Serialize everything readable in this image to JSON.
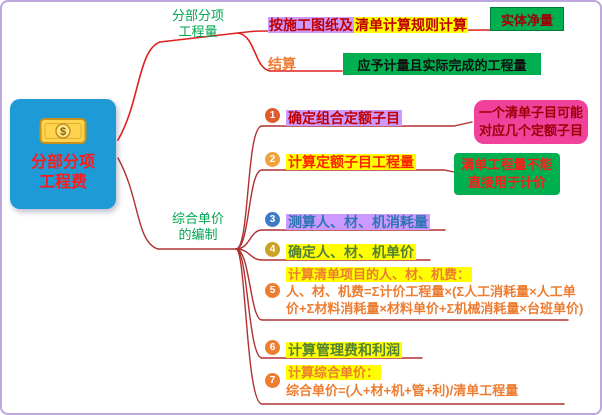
{
  "colors": {
    "top_line": "#E02020",
    "bottom_line": "#B03030",
    "root_bg": "#1E9BD7",
    "root_text": "#FF1A1A",
    "branch_label_green": "#00A650",
    "settle_text_orange": "#ED7D31",
    "green_box_bg": "#00B050",
    "pink_box_bg": "#F0419B",
    "purple_highlight": "#CC99FF",
    "yellow_highlight": "#FFFF00"
  },
  "root": {
    "line1": "分部分项",
    "line2": "工程费"
  },
  "quantity_branch": {
    "label_line1": "分部分项",
    "label_line2": "工程量",
    "rule_part1": "按施工图纸及",
    "rule_part2": "清单计算规则计算",
    "rule_fg": "#C00000",
    "rule_hl1": "#CC99FF",
    "rule_hl2": "#FFFF00",
    "entity_box": "实体净量",
    "settle_label": "结算",
    "settle_box": "应予计量且实际完成的工程量"
  },
  "price_branch": {
    "label_line1": "综合单价",
    "label_line2": "的编制",
    "items": [
      {
        "num": "1",
        "text": "确定组合定额子目",
        "fg": "#C00000",
        "hl": "#CC99FF",
        "marker": "#E05A2B"
      },
      {
        "num": "2",
        "text": "计算定额子目工程量",
        "fg": "#FF2200",
        "hl": "#FFFF00",
        "marker": "#F0A23C"
      },
      {
        "num": "3",
        "text": "测算人、材、机消耗量",
        "fg": "#2E75B6",
        "hl": "#CC99FF",
        "marker": "#3E7BC6"
      },
      {
        "num": "4",
        "text": "确定人、材、机单价",
        "fg": "#538135",
        "hl": "#FFFF00",
        "marker": "#C9A227"
      },
      {
        "num": "5",
        "line1": "计算清单项目的人、材、机费：",
        "line2": "人、材、机费=Σ计价工程量×(Σ人工消耗量×人工单",
        "line3": "价+Σ材料消耗量×材料单价+Σ机械消耗量×台班单价)",
        "fg": "#ED7D31",
        "hl1": "#FFFF00",
        "marker": "#ED7D31"
      },
      {
        "num": "6",
        "text": "计算管理费和利润",
        "fg": "#538135",
        "hl": "#FFFF00",
        "marker": "#ED7D31"
      },
      {
        "num": "7",
        "line1": "计算综合单价：",
        "line2": "综合单价=(人+材+机+管+利)/清单工程量",
        "fg": "#ED7D31",
        "hl1": "#FFFF00",
        "marker": "#ED7D31"
      }
    ],
    "note_quota": {
      "line1": "一个清单子目可能",
      "line2": "对应几个定额子目"
    },
    "note_quantity": {
      "line1": "清单工程量不能",
      "line2": "直接用于计价"
    }
  }
}
